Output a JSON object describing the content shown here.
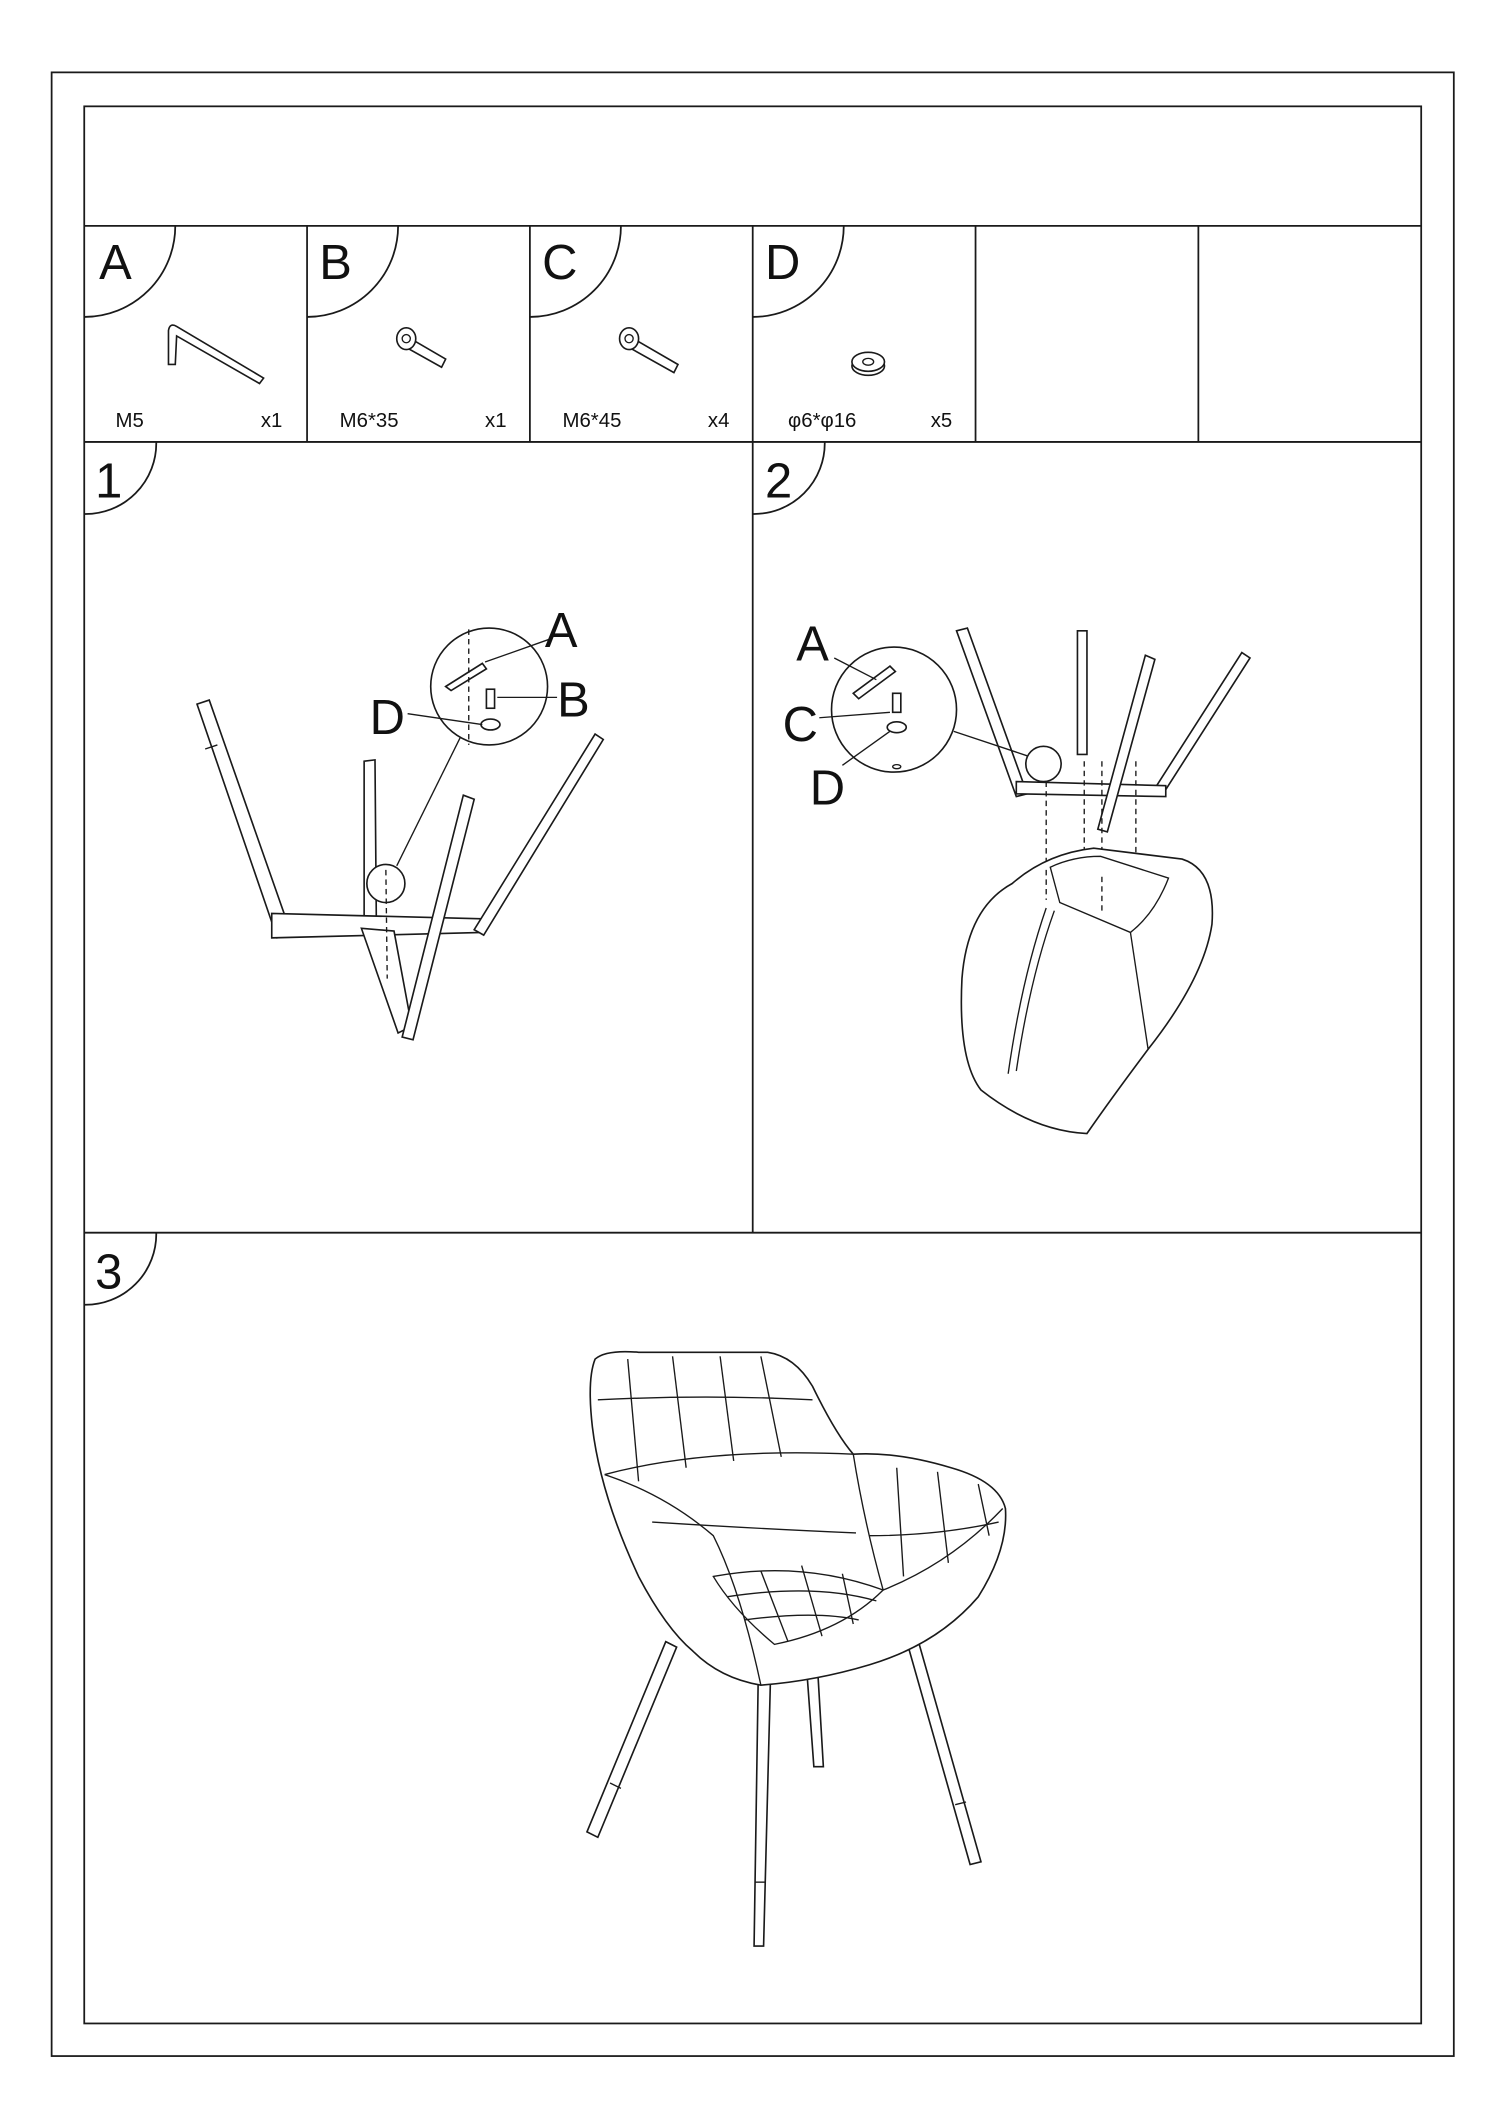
{
  "parts": [
    {
      "letter": "A",
      "spec": "M5",
      "qty": "x1",
      "icon": "allen-key"
    },
    {
      "letter": "B",
      "spec": "M6*35",
      "qty": "x1",
      "icon": "bolt"
    },
    {
      "letter": "C",
      "spec": "M6*45",
      "qty": "x4",
      "icon": "bolt"
    },
    {
      "letter": "D",
      "spec": "φ6*φ16",
      "qty": "x5",
      "icon": "washer"
    }
  ],
  "steps": [
    {
      "number": "1",
      "callouts": [
        "A",
        "B",
        "D"
      ]
    },
    {
      "number": "2",
      "callouts": [
        "A",
        "C",
        "D"
      ]
    },
    {
      "number": "3"
    }
  ]
}
